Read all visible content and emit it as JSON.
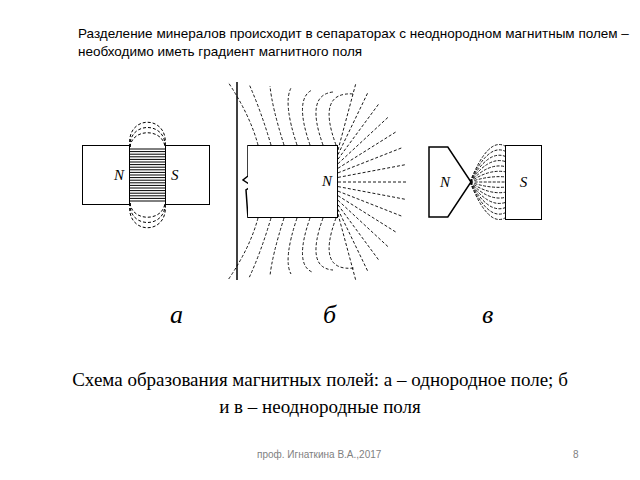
{
  "diagram": {
    "title": "Разделение минералов происходит в сепараторах с неоднородном магнитным полем – необходимо иметь градиент магнитного поля",
    "caption": "Схема образования магнитных полей: а – однородное поле; б и в – неоднородные поля",
    "nodes": [
      {
        "text": [
          "N"
        ]
      },
      {
        "text": [
          "S"
        ]
      },
      {
        "text": [
          "N"
        ]
      },
      {
        "text": [
          "N"
        ]
      },
      {
        "text": [
          "S"
        ]
      }
    ],
    "labels": [
      "а",
      "б",
      "в",
      "проф. Игнаткина В.А.,2017",
      "8"
    ]
  }
}
